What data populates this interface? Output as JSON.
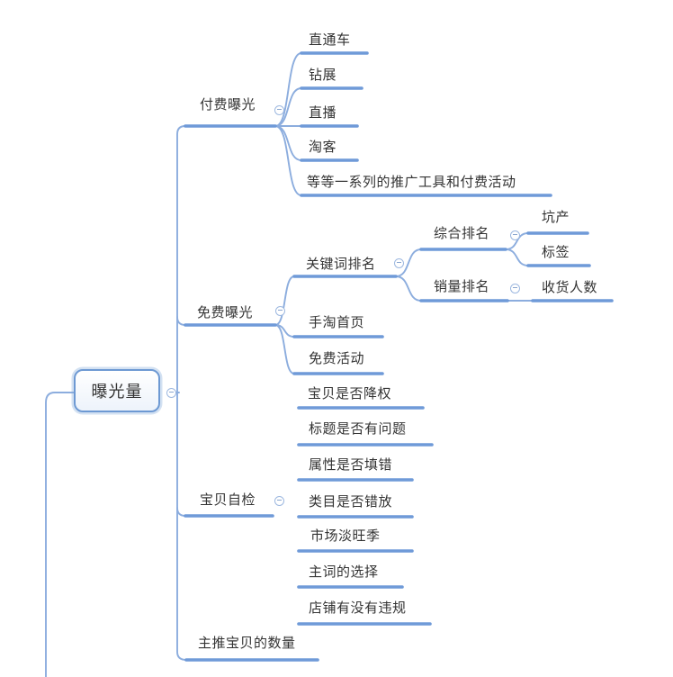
{
  "colors": {
    "topic_line": "#6f9ad8",
    "connector": "#8cadde",
    "toggle_border": "#9db8e0",
    "toggle_minus": "#8aa6cf",
    "root_border": "#6d99d3",
    "text": "#333333"
  },
  "mindmap": {
    "root": {
      "id": "root",
      "label": "曝光量",
      "children": [
        {
          "id": "paid",
          "label": "付费曝光",
          "children": [
            {
              "id": "paid-1",
              "label": "直通车"
            },
            {
              "id": "paid-2",
              "label": "钻展"
            },
            {
              "id": "paid-3",
              "label": "直播"
            },
            {
              "id": "paid-4",
              "label": "淘客"
            },
            {
              "id": "paid-5",
              "label": "等等一系列的推广工具和付费活动"
            }
          ]
        },
        {
          "id": "free",
          "label": "免费曝光",
          "children": [
            {
              "id": "kw",
              "label": "关键词排名",
              "children": [
                {
                  "id": "comp",
                  "label": "综合排名",
                  "children": [
                    {
                      "id": "comp-1",
                      "label": "坑产"
                    },
                    {
                      "id": "comp-2",
                      "label": "标签"
                    }
                  ]
                },
                {
                  "id": "sales",
                  "label": "销量排名",
                  "children": [
                    {
                      "id": "sales-1",
                      "label": "收货人数"
                    }
                  ]
                }
              ]
            },
            {
              "id": "free-2",
              "label": "手淘首页"
            },
            {
              "id": "free-3",
              "label": "免费活动"
            }
          ]
        },
        {
          "id": "check",
          "label": "宝贝自检",
          "children": [
            {
              "id": "check-1",
              "label": "宝贝是否降权"
            },
            {
              "id": "check-2",
              "label": "标题是否有问题"
            },
            {
              "id": "check-3",
              "label": "属性是否填错"
            },
            {
              "id": "check-4",
              "label": "类目是否错放"
            },
            {
              "id": "check-5",
              "label": "市场淡旺季"
            },
            {
              "id": "check-6",
              "label": "主词的选择"
            },
            {
              "id": "check-7",
              "label": "店铺有没有违规"
            }
          ]
        },
        {
          "id": "main-count",
          "label": "主推宝贝的数量"
        }
      ]
    }
  }
}
